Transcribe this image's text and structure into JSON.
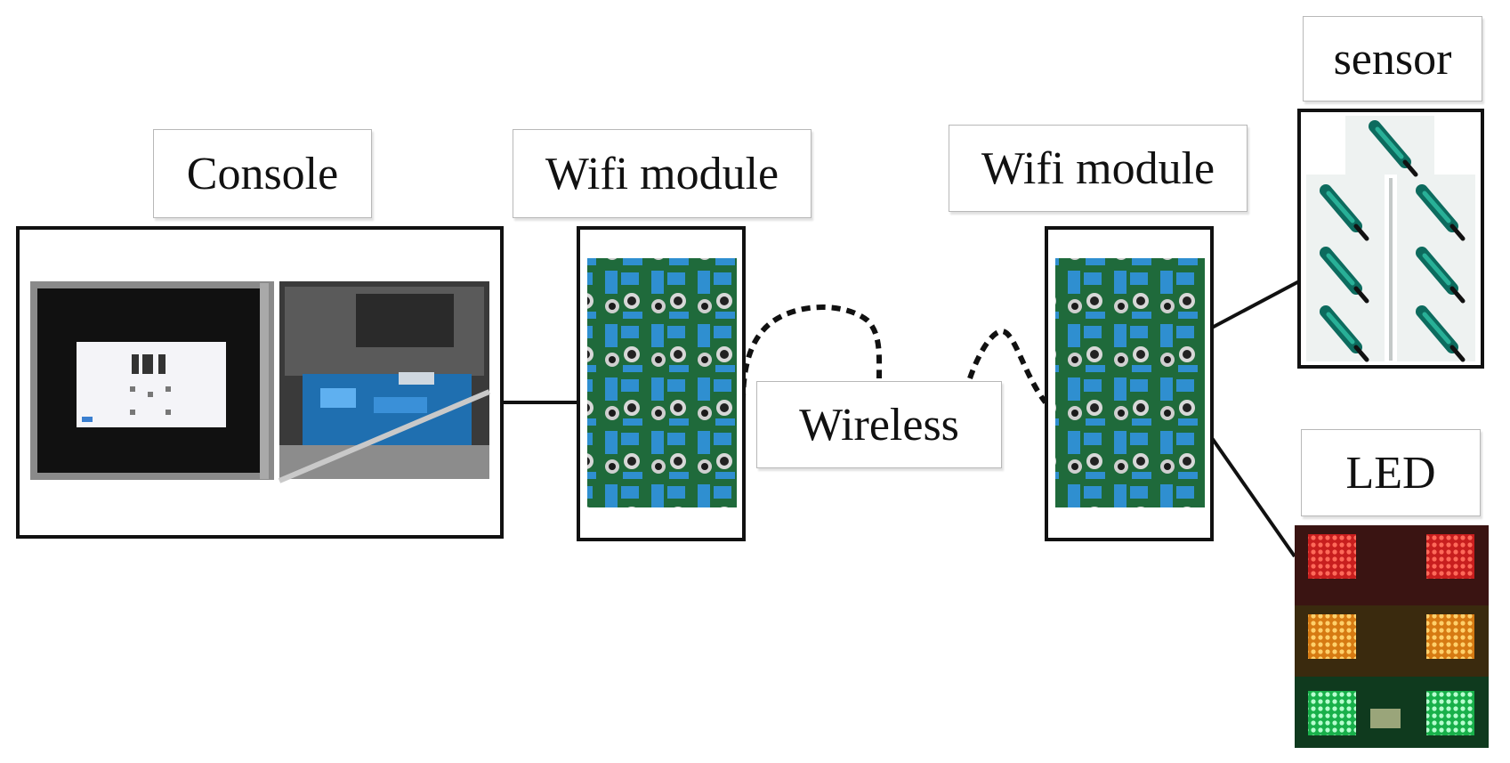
{
  "labels": {
    "console": "Console",
    "wifi_left": "Wifi module",
    "wifi_right": "Wifi module",
    "wireless": "Wireless",
    "sensor": "sensor",
    "led": "LED"
  },
  "colors": {
    "pcb_green": "#1e6b3a",
    "relay_blue": "#2b86c5",
    "sensor_teal": "#1a8f7a",
    "led_red": "#ff3a3a",
    "led_orange": "#ffa53a",
    "led_green": "#33ff7a"
  }
}
